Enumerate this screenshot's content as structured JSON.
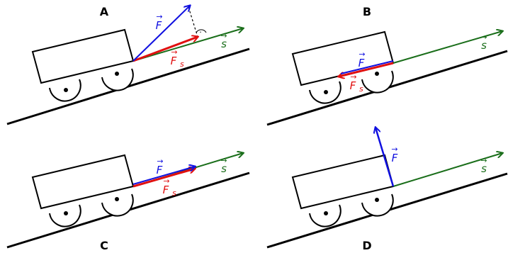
{
  "colors": {
    "force": "#1010e0",
    "projection": "#e01010",
    "displacement": "#1a6e1a",
    "outline": "#000000"
  },
  "panels": [
    {
      "label": "A",
      "force_label": "F",
      "projection_label": "F",
      "projection_sub": "s",
      "displacement_label": "s",
      "right_angle_mark": "·"
    },
    {
      "label": "B",
      "force_label": "F",
      "projection_label": "F",
      "projection_sub": "s",
      "displacement_label": "s"
    },
    {
      "label": "C",
      "force_label": "F",
      "projection_label": "F",
      "projection_sub": "s",
      "displacement_label": "s"
    },
    {
      "label": "D",
      "force_label": "F",
      "displacement_label": "s"
    }
  ],
  "vector_arrow_symbol": "→"
}
